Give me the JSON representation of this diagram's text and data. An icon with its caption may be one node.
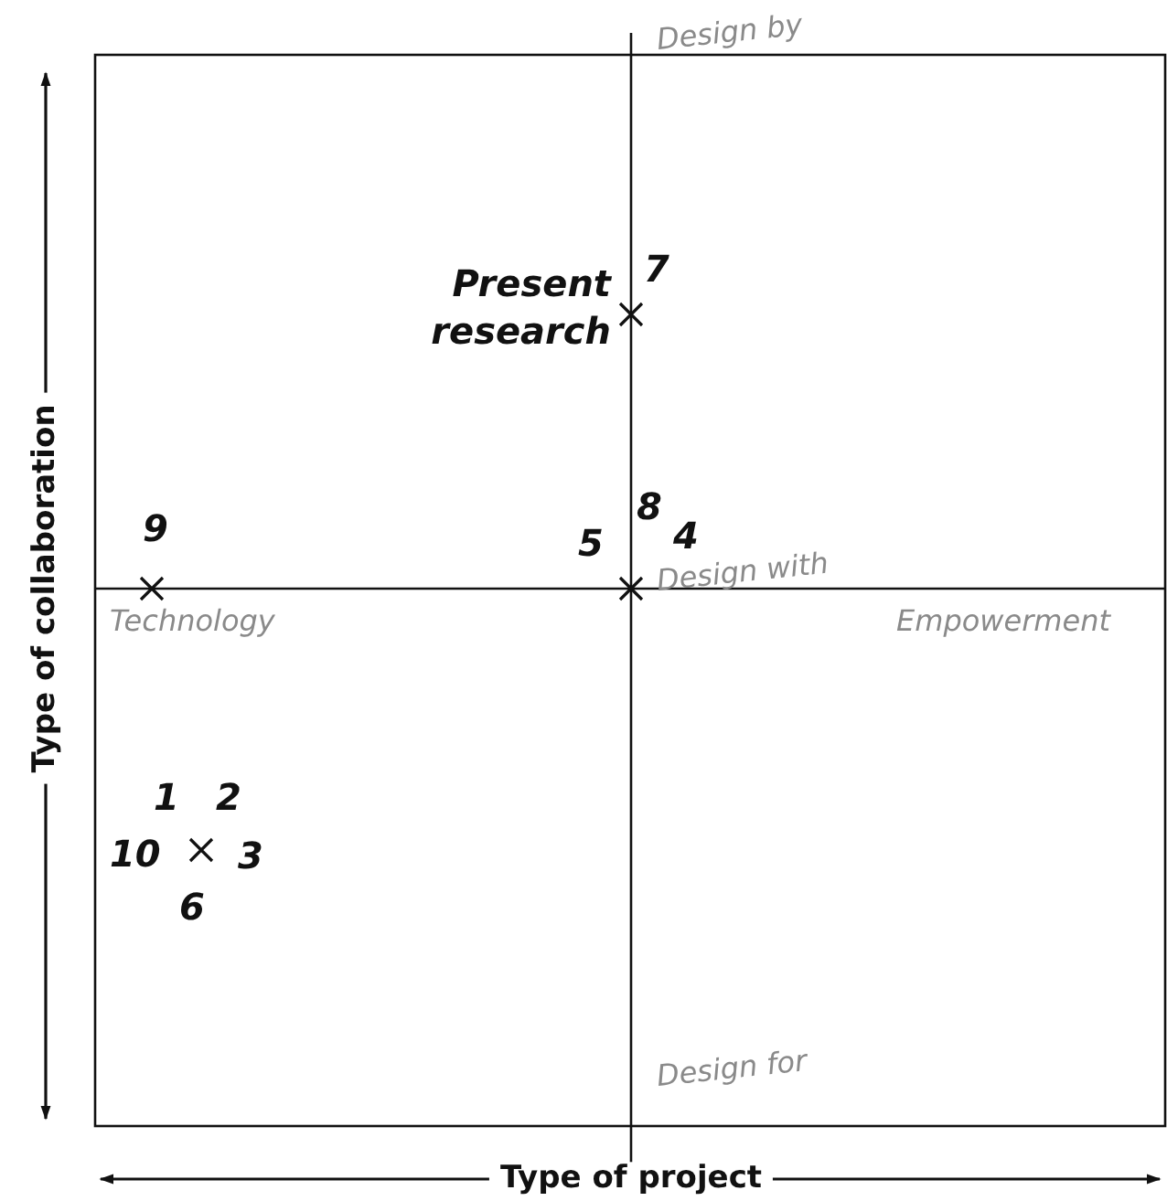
{
  "diagram": {
    "labels": [
      "Design by",
      "Present research",
      "7",
      "9",
      "5",
      "8",
      "4",
      "Technology",
      "Design with",
      "Empowerment",
      "1",
      "2",
      "10",
      "3",
      "6",
      "Design for",
      "Type of collaboration",
      "Type of project"
    ]
  }
}
